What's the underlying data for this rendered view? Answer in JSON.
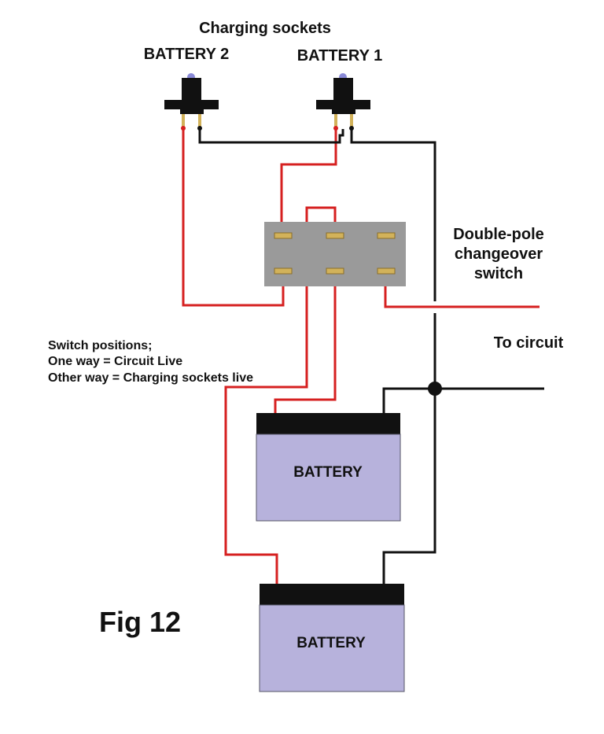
{
  "labels": {
    "charging_sockets": "Charging sockets",
    "socket_battery2": "BATTERY 2",
    "socket_battery1": "BATTERY 1",
    "switch_line1": "Double-pole",
    "switch_line2": "changeover",
    "switch_line3": "switch",
    "to_circuit": "To circuit",
    "positions_line1": "Switch positions;",
    "positions_line2": "One way = Circuit Live",
    "positions_line3": "Other way = Charging sockets live",
    "figure": "Fig 12"
  },
  "batteries": [
    {
      "label": "BATTERY"
    },
    {
      "label": "BATTERY"
    }
  ],
  "colors": {
    "wire_positive": "#d62020",
    "wire_negative": "#111111",
    "switch_body": "#9a9a9a",
    "battery_body": "#b7b2dc",
    "battery_top": "#111111",
    "terminal": "#d2b25a"
  }
}
